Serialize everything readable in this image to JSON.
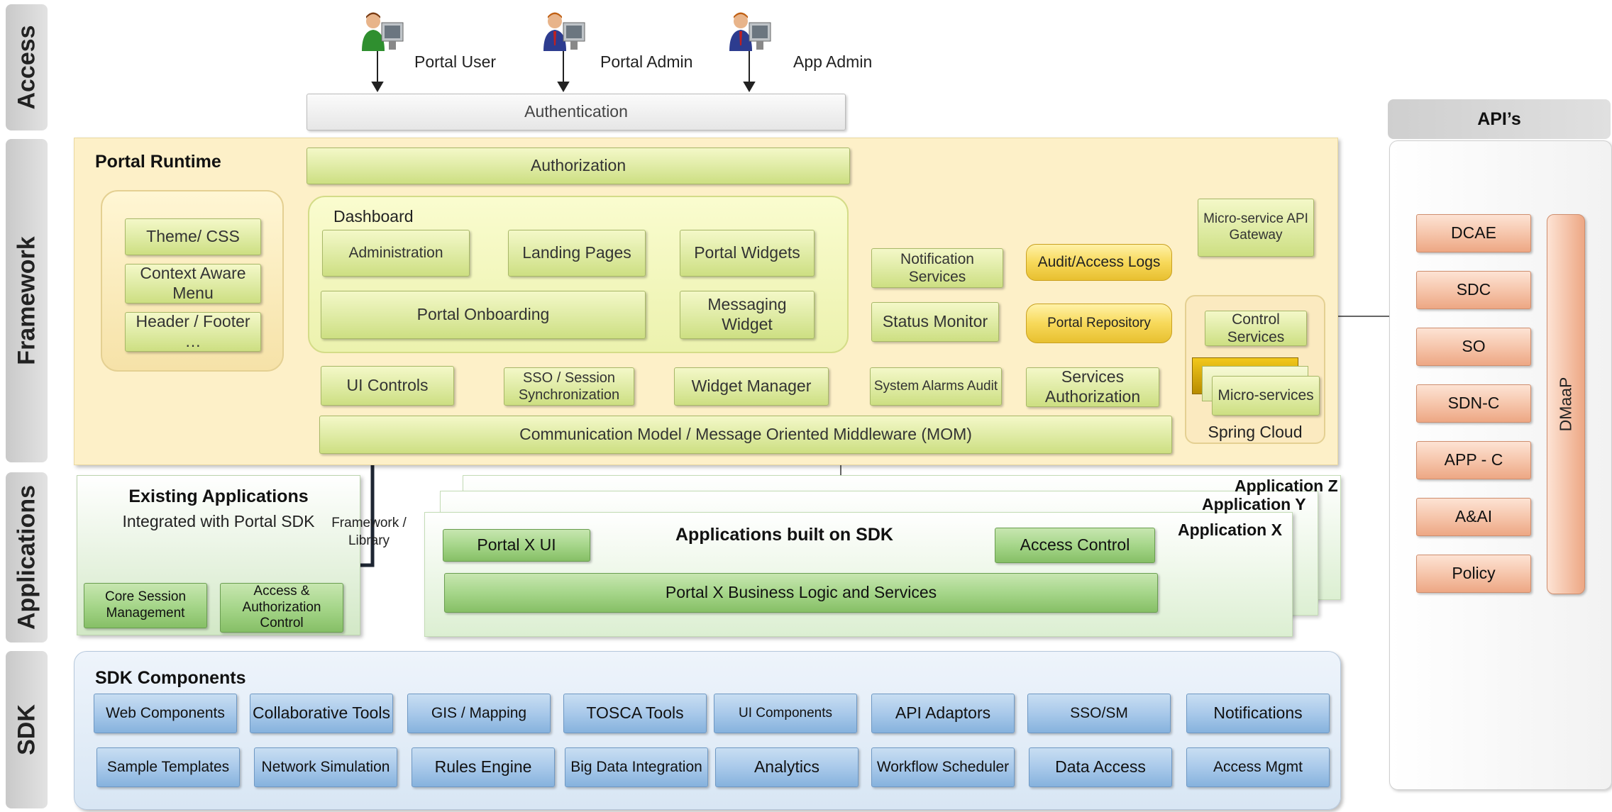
{
  "lanes": {
    "access": "Access",
    "framework": "Framework",
    "applications": "Applications",
    "sdk": "SDK"
  },
  "users": [
    {
      "label": "Portal User",
      "tie": "#2e8b2e"
    },
    {
      "label": "Portal Admin",
      "tie": "#c02020"
    },
    {
      "label": "App Admin",
      "tie": "#c02020"
    }
  ],
  "authentication": "Authentication",
  "runtime": {
    "title": "Portal Runtime",
    "authorization": "Authorization",
    "theme": {
      "css": "Theme/ CSS",
      "context_menu": "Context Aware Menu",
      "header_footer": "Header / Footer …"
    },
    "dashboard": {
      "label": "Dashboard",
      "administration": "Administration",
      "landing_pages": "Landing Pages",
      "portal_widgets": "Portal Widgets",
      "portal_onboarding": "Portal Onboarding",
      "messaging_widget": "Messaging Widget"
    },
    "ui_controls": "UI Controls",
    "sso": "SSO / Session Synchronization",
    "widget_manager": "Widget Manager",
    "notification_services": "Notification Services",
    "status_monitor": "Status Monitor",
    "system_alarms": "System Alarms Audit",
    "audit_logs": "Audit/Access Logs",
    "portal_repository": "Portal Repository",
    "services_authorization": "Services Authorization",
    "api_gateway": "Micro-service API Gateway",
    "control_services": "Control Services",
    "micro_services": "Micro-services",
    "spring_cloud": "Spring Cloud",
    "mom": "Communication Model / Message Oriented Middleware (MOM)"
  },
  "applications": {
    "existing_title": "Existing Applications",
    "existing_sub": "Integrated with Portal SDK",
    "framework_library": "Framework / Library",
    "core_session": "Core Session Management",
    "access_authorization": "Access & Authorization Control",
    "app_z": "Application Z",
    "app_y": "Application Y",
    "app_x": "Application X",
    "built_on_sdk": "Applications built on SDK",
    "portal_x_ui": "Portal X UI",
    "access_control": "Access Control",
    "business_logic": "Portal X Business Logic and Services"
  },
  "sdk": {
    "title": "SDK Components",
    "row1": [
      "Web Components",
      "Collaborative Tools",
      "GIS / Mapping",
      "TOSCA Tools",
      "UI Components",
      "API Adaptors",
      "SSO/SM",
      "Notifications"
    ],
    "row2": [
      "Sample Templates",
      "Network Simulation",
      "Rules Engine",
      "Big Data Integration",
      "Analytics",
      "Workflow Scheduler",
      "Data Access",
      "Access Mgmt"
    ]
  },
  "apis": {
    "title": "API’s",
    "items": [
      "DCAE",
      "SDC",
      "SO",
      "SDN-C",
      "APP - C",
      "A&AI",
      "Policy"
    ],
    "dmaap": "DMaaP"
  }
}
